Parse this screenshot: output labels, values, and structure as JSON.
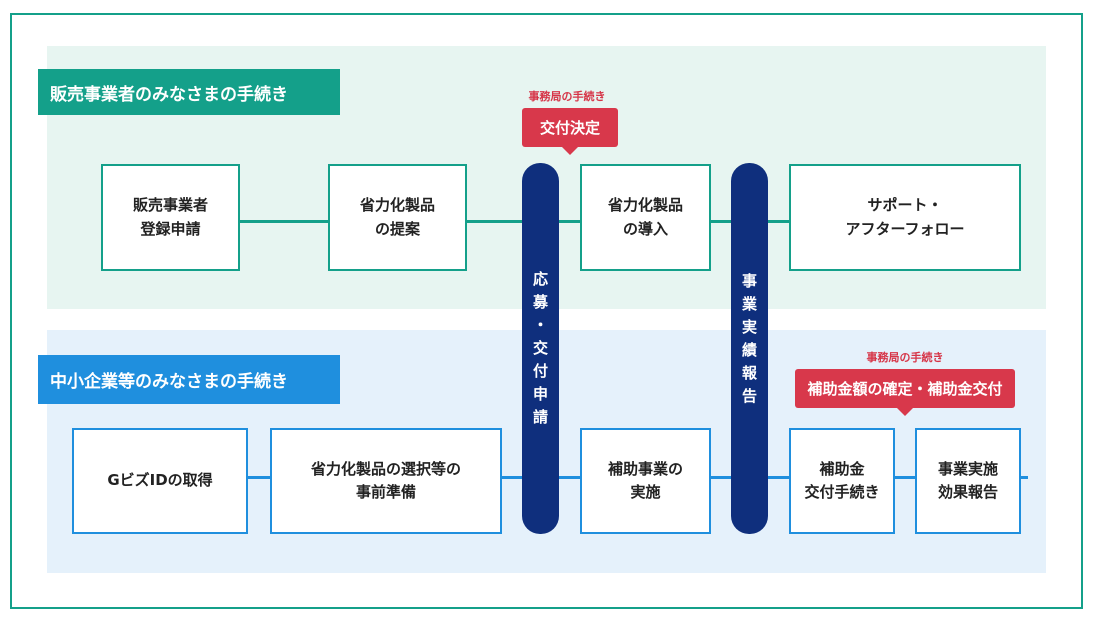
{
  "seller_section": {
    "label": "販売事業者のみなさまの手続き",
    "steps": [
      "販売事業者\n登録申請",
      "省力化製品\nの提案",
      "省力化製品\nの導入",
      "サポート・\nアフターフォロー"
    ]
  },
  "user_section": {
    "label": "中小企業等のみなさまの手続き",
    "steps": [
      "GビズIDの取得",
      "省力化製品の選択等の\n事前準備",
      "補助事業の\n実施",
      "補助金\n交付手続き",
      "事業実施\n効果報告"
    ]
  },
  "pillars": [
    "応募・交付申請",
    "事業実績報告"
  ],
  "office_callouts": [
    {
      "note": "事務局の手続き",
      "label": "交付決定"
    },
    {
      "note": "事務局の手続き",
      "label": "補助金額の確定・補助金交付"
    }
  ],
  "colors": {
    "seller": "#14a08a",
    "user": "#1f8fde",
    "pillar": "#0f2f7d",
    "office": "#d8384b"
  }
}
